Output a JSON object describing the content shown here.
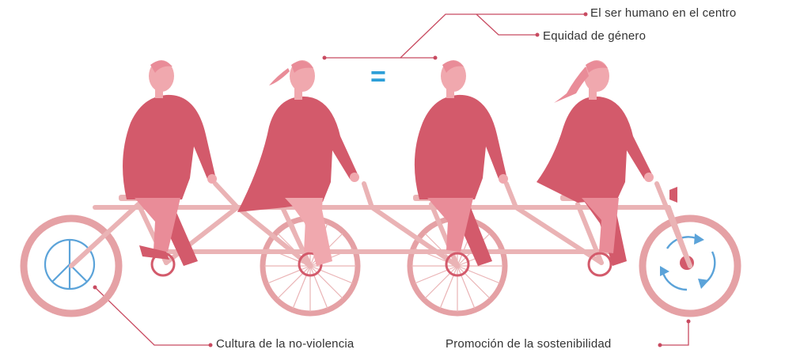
{
  "labels": {
    "human_center": "El ser humano en el centro",
    "gender_equity": "Equidad de género",
    "non_violence": "Cultura de la no-violencia",
    "sustainability": "Promoción de la sostenibilidad"
  },
  "equals_sign": "=",
  "icons": [
    "peace-icon",
    "recycle-arrows-icon"
  ],
  "colors": {
    "figure_dark": "#d35a6b",
    "figure_light": "#e98c98",
    "head_light": "#f0a8ae",
    "bike_frame": "#eab3b5",
    "wheel_ring": "#e5a1a5",
    "callout_line": "#c84a60",
    "accent_blue": "#5ba3d9"
  }
}
